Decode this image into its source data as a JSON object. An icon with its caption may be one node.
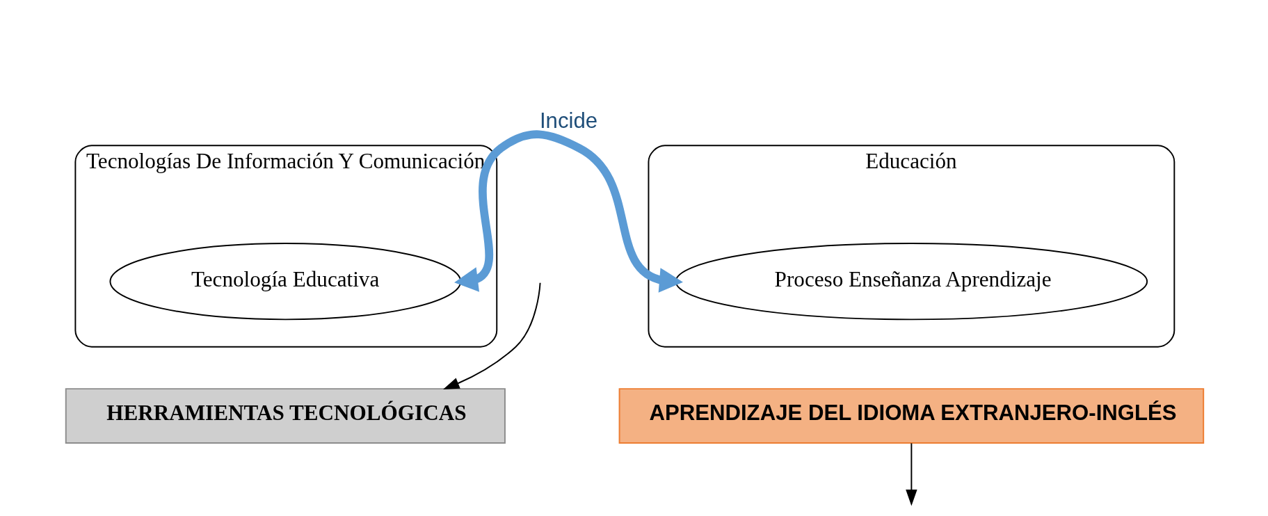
{
  "diagram": {
    "nodes": [
      {
        "text": [
          "Tecnologías De Información Y Comunicación"
        ]
      },
      {
        "text": [
          "Tecnología Educativa"
        ],
        "in": 0
      },
      {
        "text": [
          "HERRAMIENTAS TECNOLÓGICAS"
        ]
      },
      {
        "text": [
          "Educación"
        ]
      },
      {
        "text": [
          "Proceso Enseñanza Aprendizaje"
        ],
        "in": 3
      },
      {
        "text": [
          "APRENDIZAJE DEL IDIOMA EXTRANJERO-INGLÉS"
        ]
      }
    ],
    "edges": [
      {
        "from": 1,
        "to": 4,
        "arrow": "both",
        "label": "Incide",
        "style": "thick",
        "color": "#5b9bd5"
      },
      {
        "from": null,
        "to": 2,
        "arrow": "to"
      },
      {
        "from": 5,
        "to": null,
        "arrow": "to"
      }
    ]
  }
}
